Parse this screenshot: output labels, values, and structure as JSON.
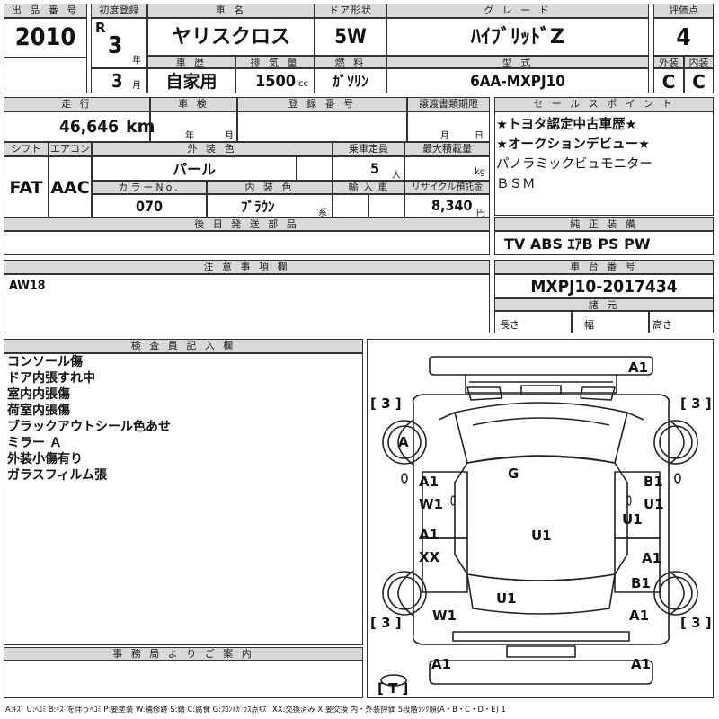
{
  "header": {
    "lot_label": "出 品 番 号",
    "lot": "2010",
    "first_reg_label": "初度登録",
    "era": "R",
    "year_num": "3",
    "year_unit": "年",
    "month_num": "3",
    "month_unit": "月",
    "name_label": "車 名",
    "name": "ヤリスクロス",
    "history_label": "車 歴",
    "history": "自家用",
    "disp_label": "排 気 量",
    "disp": "1500",
    "disp_unit": "cc",
    "door_label": "ドア形状",
    "door": "5W",
    "fuel_label": "燃 料",
    "fuel": "ｶﾞｿﾘﾝ",
    "grade_label": "グ レ ー ド",
    "grade": "ﾊｲﾌﾞﾘｯﾄﾞZ",
    "model_label": "型 式",
    "model": "6AA-MXPJ10",
    "score_label": "評価点",
    "score": "4",
    "ext_label": "外装",
    "ext": "C",
    "int_label": "内装",
    "int": "C"
  },
  "row2": {
    "mileage_label": "走 行",
    "mileage": "46,646",
    "mileage_unit": "km",
    "inspection_label": "車 検",
    "insp_year": "年",
    "insp_month": "月",
    "reg_label": "登 録 番 号",
    "deadline_label": "譲渡書類期限",
    "dl_month": "月",
    "dl_day": "日",
    "shift_label": "シフト",
    "shift": "FAT",
    "ac_label": "エアコン",
    "ac": "AAC",
    "color_label": "外 装 色",
    "color": "パール",
    "seats_label": "乗車定員",
    "seats": "5",
    "seats_unit": "人",
    "load_label": "最大積載量",
    "load_unit": "kg",
    "colorno_label": "カラーNo.",
    "colorno": "070",
    "interior_label": "内 装 色",
    "interior": "ﾌﾞﾗｳﾝ",
    "interior_unit": "系",
    "import_label": "輸 入 車",
    "recycle_label": "リサイクル預託金",
    "recycle": "8,340",
    "recycle_unit": "円",
    "later_label": "後 日 発 送 部 品"
  },
  "sales": {
    "label": "セ ー ル ス ポ イ ン ト",
    "lines": [
      "★トヨタ認定中古車歴★",
      "★オークションデビュー★",
      "パノラミックビュモニター",
      "ＢＳＭ"
    ]
  },
  "equipment": {
    "label": "純 正 装 備",
    "value": "TV ABS ｴｱB PS PW"
  },
  "notes": {
    "label": "注 意 事 項 欄",
    "value": "AW18"
  },
  "chassis": {
    "label": "車 台 番 号",
    "value": "MXPJ10-2017434",
    "dims_label": "諸 元",
    "length": "長さ",
    "width": "幅",
    "height": "高さ"
  },
  "inspector": {
    "label": "検 査 員 記 入 欄",
    "lines": [
      "コンソール傷",
      "ドア内張すれ中",
      "室内内張傷",
      "荷室内張傷",
      "ブラックアウトシール色あせ",
      "ミラー Ａ",
      "外装小傷有り",
      "ガラスフィルム張"
    ]
  },
  "office": {
    "label": "事 務 局 よ り ご 案 内"
  },
  "diagram": {
    "marks": [
      "A1",
      "A",
      "G",
      "A1",
      "W1",
      "A1",
      "XX",
      "U1",
      "U1",
      "W1",
      "B1",
      "U1",
      "U1",
      "A1",
      "B1",
      "A1",
      "A1",
      "A1"
    ],
    "tires": [
      "[ 3 ]",
      "[ 3 ]",
      "[ 3 ]",
      "[ 3 ]",
      "[ T ]"
    ]
  },
  "legend": "A:ｷｽﾞ U:ﾍｺﾐ B:ｷｽﾞを伴うﾍｺﾐ P:要塗装 W:補修跡 S:錆 C:腐食 G:ﾌﾛﾝﾄｶﾞﾗｽ点ｷｽﾞ XX:交換済み X:要交換 内・外装評価 5段階ﾗﾝｸ順(A・B・C・D・E) 1"
}
